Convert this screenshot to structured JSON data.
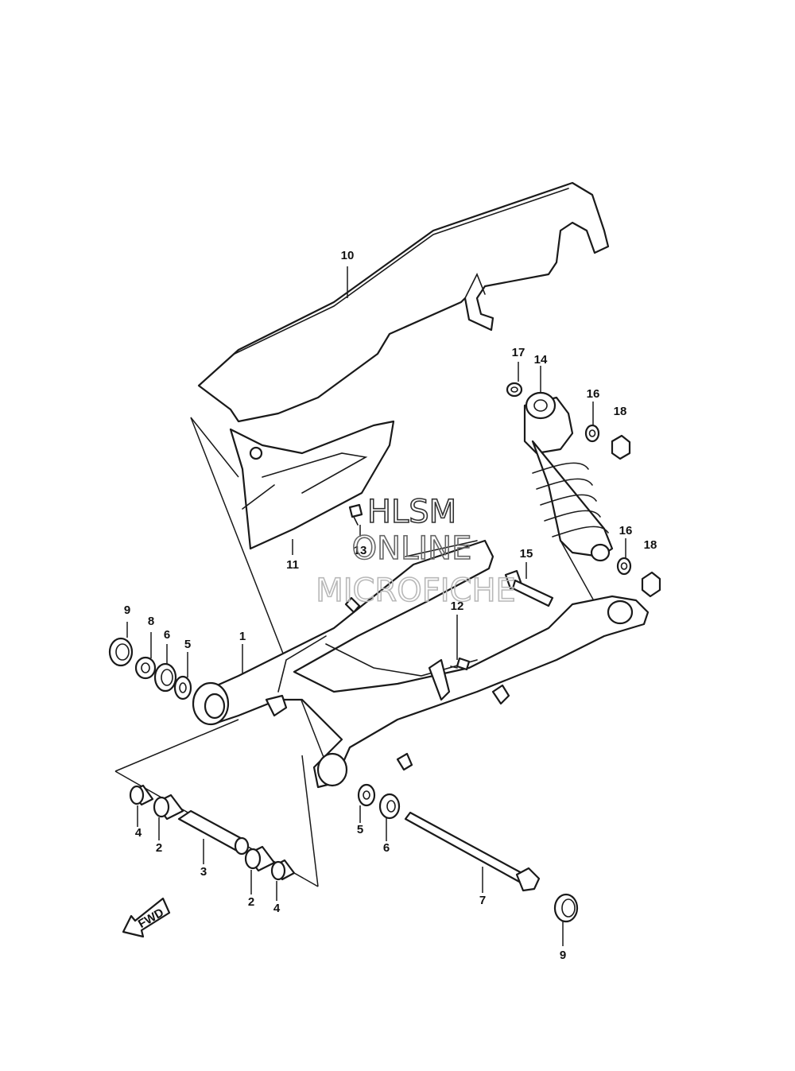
{
  "callouts": {
    "c1": "1",
    "c2a": "2",
    "c2b": "2",
    "c3": "3",
    "c4a": "4",
    "c4b": "4",
    "c5a": "5",
    "c5b": "5",
    "c6a": "6",
    "c6b": "6",
    "c7": "7",
    "c8": "8",
    "c9a": "9",
    "c9b": "9",
    "c10": "10",
    "c11": "11",
    "c12": "12",
    "c13": "13",
    "c14": "14",
    "c15": "15",
    "c16a": "16",
    "c16b": "16",
    "c17": "17",
    "c18a": "18",
    "c18b": "18"
  },
  "direction_label": "FWD",
  "watermark": {
    "line1": "HLSM",
    "line2": "ONLINE",
    "line3": "MICROFICHE"
  },
  "colors": {
    "line": "#1a1a1a",
    "watermark_dark": "#333333",
    "watermark_light": "#b8b8b8"
  }
}
